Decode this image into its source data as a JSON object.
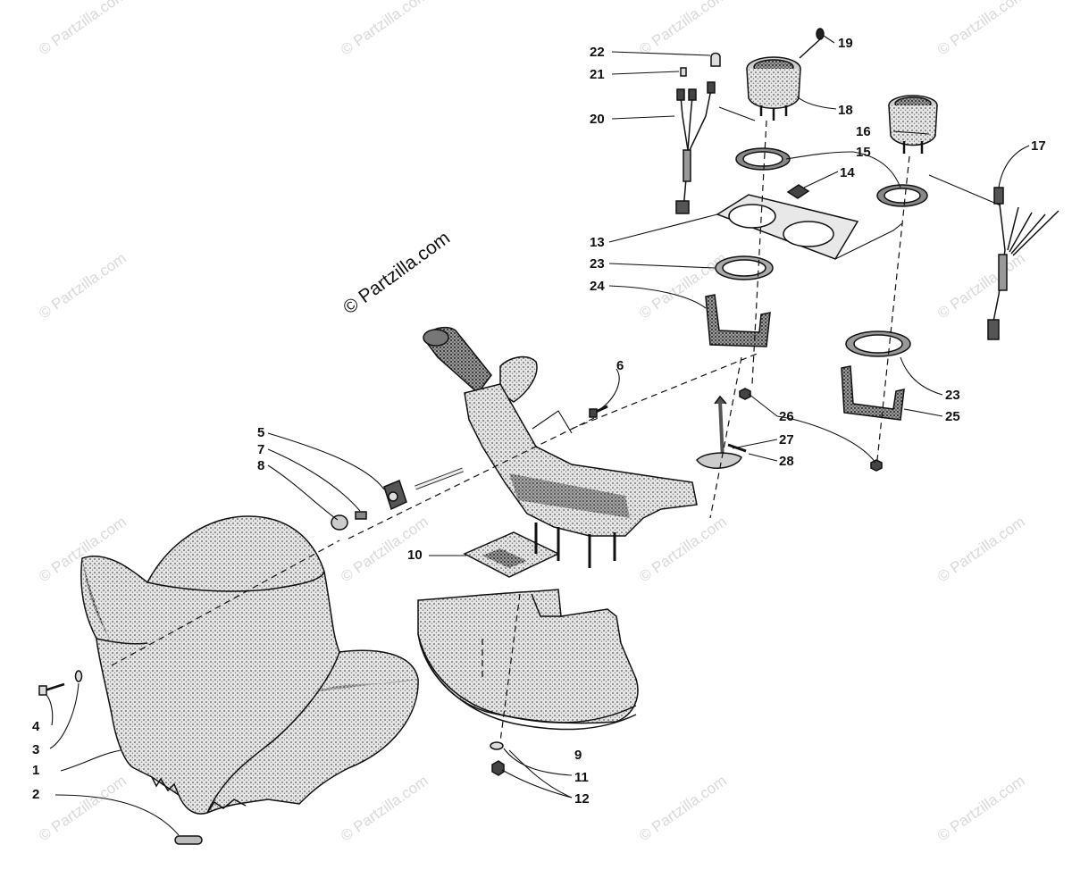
{
  "watermark": {
    "main": "© Partzilla.com",
    "tile": "© Partzilla.com"
  },
  "colors": {
    "ink": "#111111",
    "fill": "#cfcfcf",
    "dark": "#3a3a3a",
    "watermark": "#d9d9d9"
  },
  "labels": [
    {
      "id": "1",
      "text": "1"
    },
    {
      "id": "2",
      "text": "2"
    },
    {
      "id": "3",
      "text": "3"
    },
    {
      "id": "4",
      "text": "4"
    },
    {
      "id": "5",
      "text": "5"
    },
    {
      "id": "6",
      "text": "6"
    },
    {
      "id": "7",
      "text": "7"
    },
    {
      "id": "8",
      "text": "8"
    },
    {
      "id": "9",
      "text": "9"
    },
    {
      "id": "10",
      "text": "10"
    },
    {
      "id": "11",
      "text": "11"
    },
    {
      "id": "12",
      "text": "12"
    },
    {
      "id": "13",
      "text": "13"
    },
    {
      "id": "14",
      "text": "14"
    },
    {
      "id": "15",
      "text": "15"
    },
    {
      "id": "16",
      "text": "16"
    },
    {
      "id": "17",
      "text": "17"
    },
    {
      "id": "18",
      "text": "18"
    },
    {
      "id": "19",
      "text": "19"
    },
    {
      "id": "20",
      "text": "20"
    },
    {
      "id": "21",
      "text": "21"
    },
    {
      "id": "22",
      "text": "22"
    },
    {
      "id": "23a",
      "text": "23"
    },
    {
      "id": "23b",
      "text": "23"
    },
    {
      "id": "24",
      "text": "24"
    },
    {
      "id": "25",
      "text": "25"
    },
    {
      "id": "26",
      "text": "26"
    },
    {
      "id": "27",
      "text": "27"
    },
    {
      "id": "28",
      "text": "28"
    }
  ]
}
